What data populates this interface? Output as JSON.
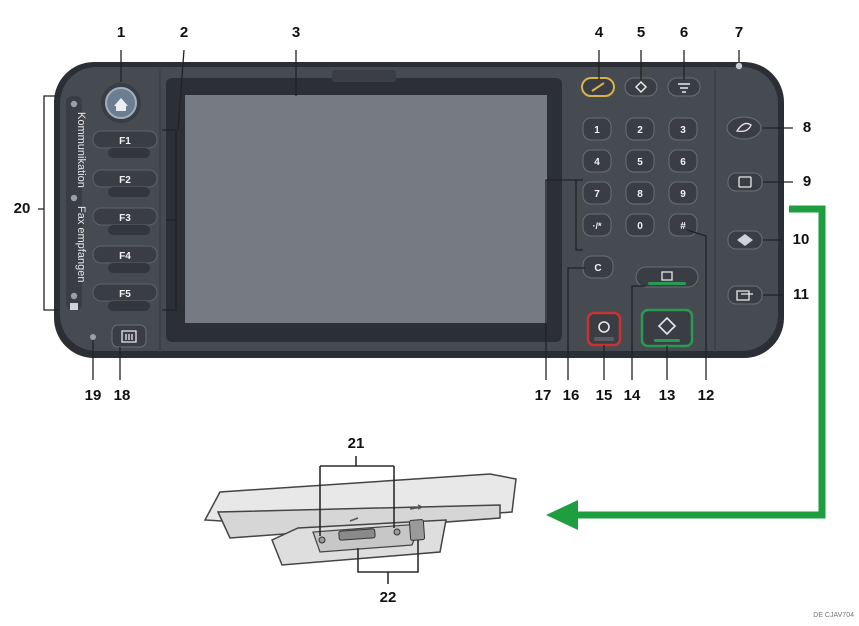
{
  "callouts": {
    "c1": "1",
    "c2": "2",
    "c3": "3",
    "c4": "4",
    "c5": "5",
    "c6": "6",
    "c7": "7",
    "c8": "8",
    "c9": "9",
    "c10": "10",
    "c11": "11",
    "c12": "12",
    "c13": "13",
    "c14": "14",
    "c15": "15",
    "c16": "16",
    "c17": "17",
    "c18": "18",
    "c19": "19",
    "c20": "20",
    "c21": "21",
    "c22": "22"
  },
  "function_keys": [
    "F1",
    "F2",
    "F3",
    "F4",
    "F5"
  ],
  "keypad": [
    "1",
    "2",
    "3",
    "4",
    "5",
    "6",
    "7",
    "8",
    "9",
    "·/*",
    "0",
    "#"
  ],
  "clear_key": "C",
  "side_labels": {
    "communication": "Kommunikation",
    "fax_received": "Fax empfangen"
  },
  "image_code": "DE CJAV704",
  "colors": {
    "panel": "#464b52",
    "panel_edge": "#2b2f35",
    "screen": "#767b83",
    "key": "#3a3e44",
    "arrow": "#1e9e3e",
    "stop_ring": "#c83232",
    "start_ring": "#2a9a52",
    "clear_modes_ring": "#d7b24a"
  }
}
